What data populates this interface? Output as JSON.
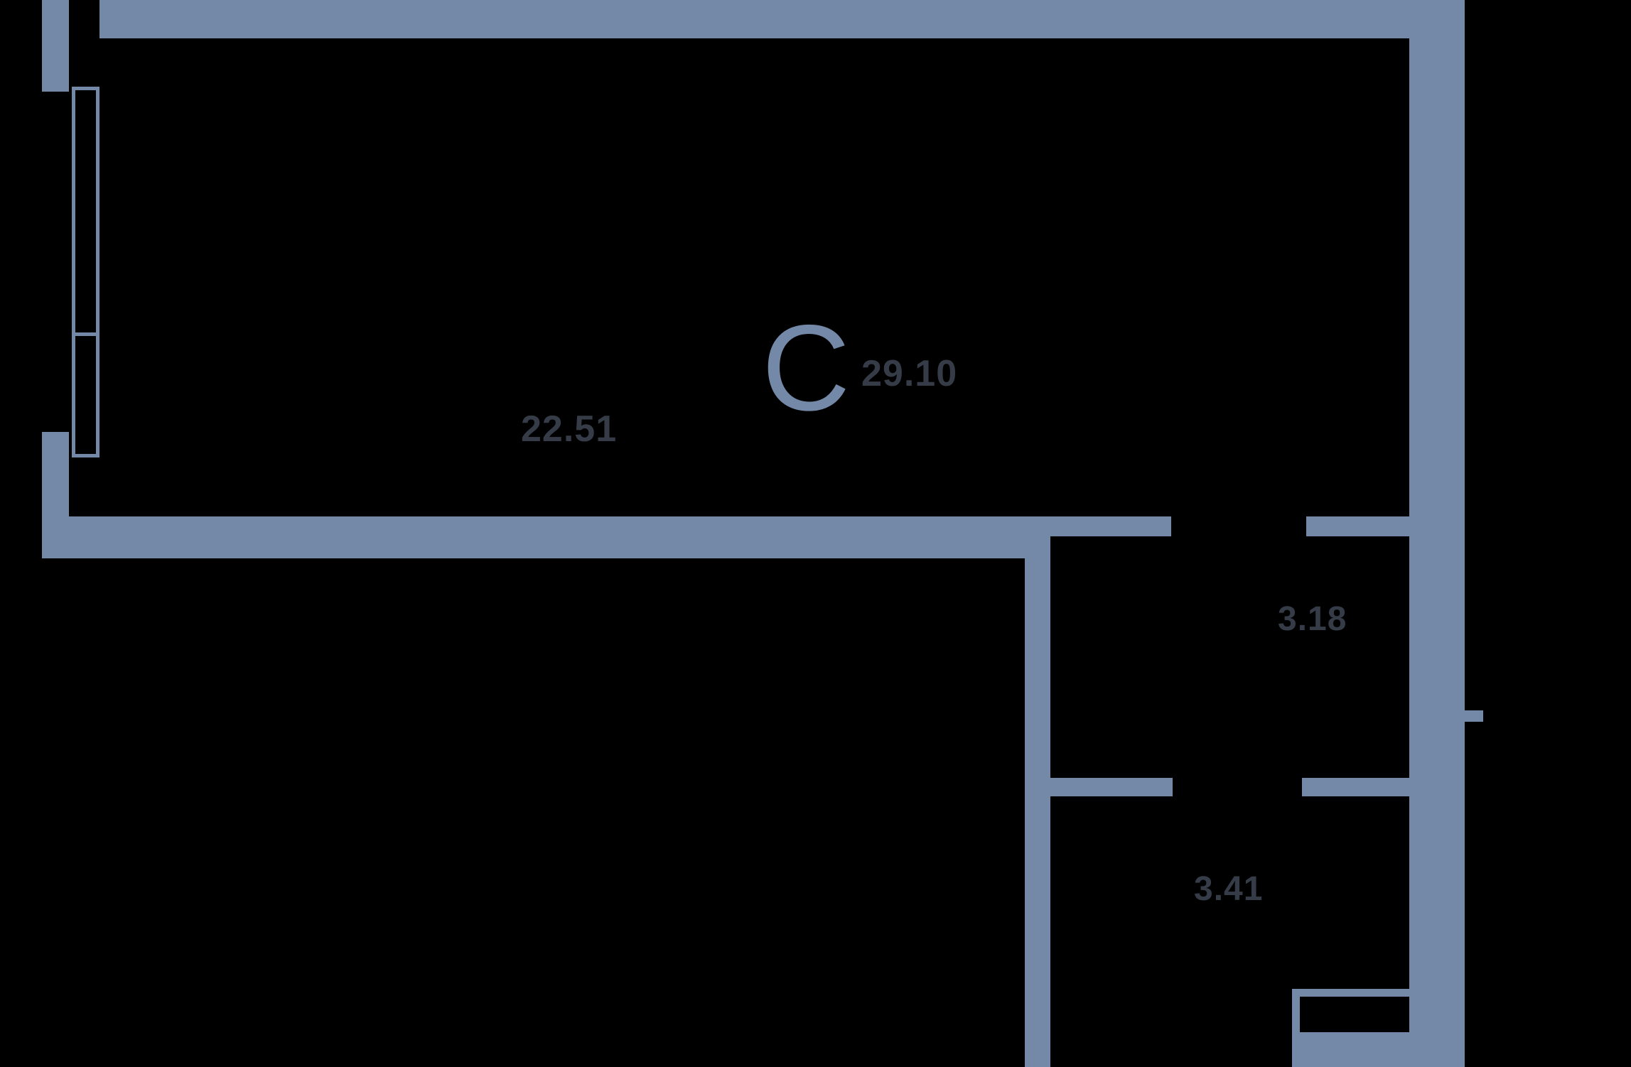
{
  "floorplan": {
    "unit_type_letter": "С",
    "total_area": "29.10",
    "rooms": {
      "living": {
        "area": "22.51"
      },
      "hallway": {
        "area": "3.18"
      },
      "bathroom": {
        "area": "3.41"
      }
    },
    "colors": {
      "background": "#000000",
      "wall": "#7488A7",
      "area_text": "#363C47"
    }
  }
}
